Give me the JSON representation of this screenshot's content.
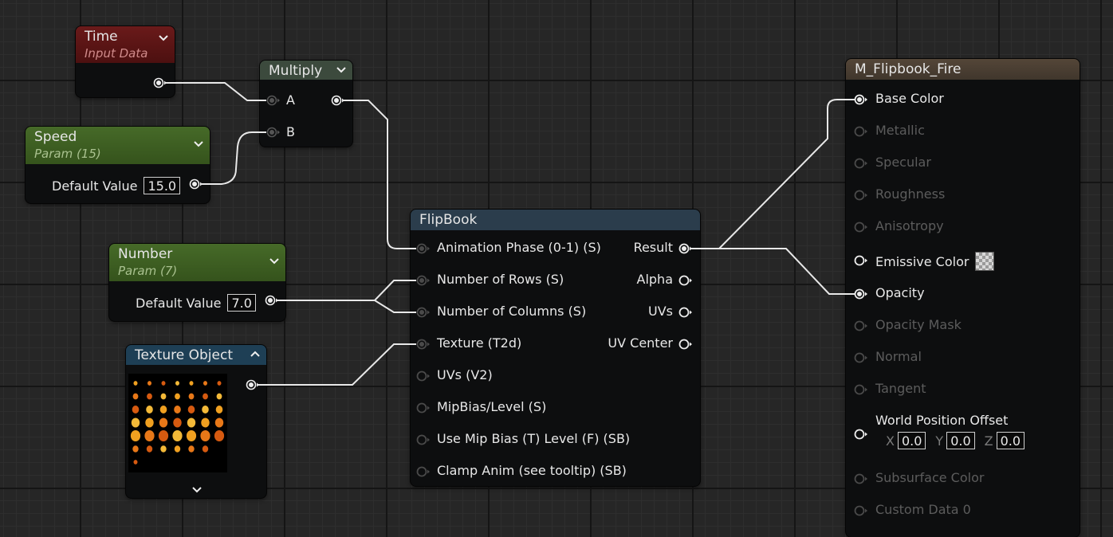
{
  "time_node": {
    "title": "Time",
    "subtitle": "Input Data",
    "header_color": "#5e1717",
    "subtitle_color": "#cf8a8a"
  },
  "multiply_node": {
    "title": "Multiply",
    "header_color": "#3c4a3d",
    "pins": [
      "A",
      "B"
    ]
  },
  "speed_node": {
    "title": "Speed",
    "subtitle": "Param (15)",
    "header_color": "#3c5a23",
    "subtitle_color": "#a9c18f",
    "value_label": "Default Value",
    "value": "15.0"
  },
  "number_node": {
    "title": "Number",
    "subtitle": "Param (7)",
    "header_color": "#3c5a23",
    "subtitle_color": "#a9c18f",
    "value_label": "Default Value",
    "value": "7.0"
  },
  "texture_node": {
    "title": "Texture Object",
    "header_color": "#1e3f55"
  },
  "flipbook_node": {
    "title": "FlipBook",
    "header_color": "#2b3d4c",
    "inputs": [
      "Animation  Phase (0-1) (S)",
      "Number of Rows (S)",
      "Number of Columns (S)",
      "Texture (T2d)",
      "UVs (V2)",
      "MipBias/Level (S)",
      "Use Mip Bias (T) Level (F) (SB)",
      "Clamp Anim (see tooltip) (SB)"
    ],
    "outputs": [
      "Result",
      "Alpha",
      "UVs",
      "UV Center"
    ]
  },
  "material_node": {
    "title": "M_Flipbook_Fire",
    "header_color": "#4a3f34",
    "inputs": [
      {
        "label": "Base Color",
        "active": true
      },
      {
        "label": "Metallic",
        "active": false
      },
      {
        "label": "Specular",
        "active": false
      },
      {
        "label": "Roughness",
        "active": false
      },
      {
        "label": "Anisotropy",
        "active": false
      },
      {
        "label": "Emissive Color",
        "active": true
      },
      {
        "label": "Opacity",
        "active": true
      },
      {
        "label": "Opacity Mask",
        "active": false
      },
      {
        "label": "Normal",
        "active": false
      },
      {
        "label": "Tangent",
        "active": false
      },
      {
        "label": "World Position Offset",
        "active": true
      },
      {
        "label": "Subsurface Color",
        "active": false
      },
      {
        "label": "Custom Data 0",
        "active": false
      }
    ],
    "wpo": {
      "x_label": "X",
      "y_label": "Y",
      "z_label": "Z",
      "x": "0.0",
      "y": "0.0",
      "z": "0.0"
    }
  },
  "icons": {
    "collapse": "chevron-down-icon",
    "expand": "chevron-up-icon",
    "pin": "pin-circle-icon",
    "preview": "checker-icon"
  },
  "colors": {
    "wire": "#e8e8e8",
    "active_text": "#e8e8e8",
    "inactive_text": "#5c5c5c",
    "graph_bg": "#262626"
  }
}
